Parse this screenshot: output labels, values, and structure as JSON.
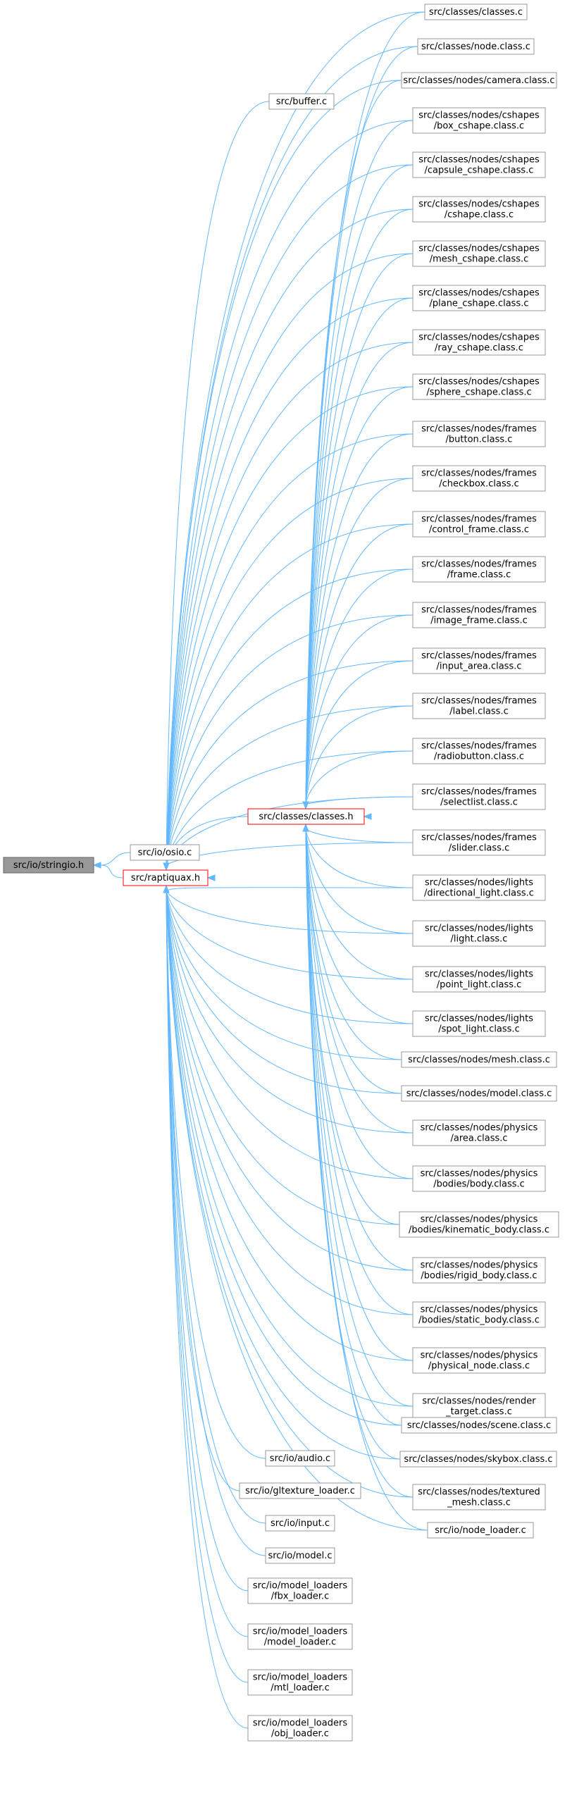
{
  "colors": {
    "edge": "#63b8ff",
    "node_border": "#999999",
    "node_fill": "#ffffff",
    "root_fill": "#999999",
    "root_border": "#666666",
    "highlight_border": "#ff0000"
  },
  "nodes": [
    {
      "id": "stringio_h",
      "lines": [
        "src/io/stringio.h"
      ],
      "style": "root"
    },
    {
      "id": "osio_c",
      "lines": [
        "src/io/osio.c"
      ]
    },
    {
      "id": "raptiquax_h",
      "lines": [
        "src/raptiquax.h"
      ],
      "style": "highlight"
    },
    {
      "id": "buffer_c",
      "lines": [
        "src/buffer.c"
      ]
    },
    {
      "id": "classes_h",
      "lines": [
        "src/classes/classes.h"
      ],
      "style": "highlight"
    },
    {
      "id": "classes_c",
      "lines": [
        "src/classes/classes.c"
      ]
    },
    {
      "id": "node_class_c",
      "lines": [
        "src/classes/node.class.c"
      ]
    },
    {
      "id": "camera_class_c",
      "lines": [
        "src/classes/nodes/camera.class.c"
      ]
    },
    {
      "id": "box_cshape",
      "lines": [
        "src/classes/nodes/cshapes",
        "/box_cshape.class.c"
      ]
    },
    {
      "id": "capsule_cshape",
      "lines": [
        "src/classes/nodes/cshapes",
        "/capsule_cshape.class.c"
      ]
    },
    {
      "id": "cshape",
      "lines": [
        "src/classes/nodes/cshapes",
        "/cshape.class.c"
      ]
    },
    {
      "id": "mesh_cshape",
      "lines": [
        "src/classes/nodes/cshapes",
        "/mesh_cshape.class.c"
      ]
    },
    {
      "id": "plane_cshape",
      "lines": [
        "src/classes/nodes/cshapes",
        "/plane_cshape.class.c"
      ]
    },
    {
      "id": "ray_cshape",
      "lines": [
        "src/classes/nodes/cshapes",
        "/ray_cshape.class.c"
      ]
    },
    {
      "id": "sphere_cshape",
      "lines": [
        "src/classes/nodes/cshapes",
        "/sphere_cshape.class.c"
      ]
    },
    {
      "id": "button",
      "lines": [
        "src/classes/nodes/frames",
        "/button.class.c"
      ]
    },
    {
      "id": "checkbox",
      "lines": [
        "src/classes/nodes/frames",
        "/checkbox.class.c"
      ]
    },
    {
      "id": "control_frame",
      "lines": [
        "src/classes/nodes/frames",
        "/control_frame.class.c"
      ]
    },
    {
      "id": "frame",
      "lines": [
        "src/classes/nodes/frames",
        "/frame.class.c"
      ]
    },
    {
      "id": "image_frame",
      "lines": [
        "src/classes/nodes/frames",
        "/image_frame.class.c"
      ]
    },
    {
      "id": "input_area",
      "lines": [
        "src/classes/nodes/frames",
        "/input_area.class.c"
      ]
    },
    {
      "id": "label",
      "lines": [
        "src/classes/nodes/frames",
        "/label.class.c"
      ]
    },
    {
      "id": "radiobutton",
      "lines": [
        "src/classes/nodes/frames",
        "/radiobutton.class.c"
      ]
    },
    {
      "id": "selectlist",
      "lines": [
        "src/classes/nodes/frames",
        "/selectlist.class.c"
      ]
    },
    {
      "id": "slider",
      "lines": [
        "src/classes/nodes/frames",
        "/slider.class.c"
      ]
    },
    {
      "id": "directional_light",
      "lines": [
        "src/classes/nodes/lights",
        "/directional_light.class.c"
      ]
    },
    {
      "id": "light",
      "lines": [
        "src/classes/nodes/lights",
        "/light.class.c"
      ]
    },
    {
      "id": "point_light",
      "lines": [
        "src/classes/nodes/lights",
        "/point_light.class.c"
      ]
    },
    {
      "id": "spot_light",
      "lines": [
        "src/classes/nodes/lights",
        "/spot_light.class.c"
      ]
    },
    {
      "id": "mesh_class",
      "lines": [
        "src/classes/nodes/mesh.class.c"
      ]
    },
    {
      "id": "model_class",
      "lines": [
        "src/classes/nodes/model.class.c"
      ]
    },
    {
      "id": "area",
      "lines": [
        "src/classes/nodes/physics",
        "/area.class.c"
      ]
    },
    {
      "id": "body",
      "lines": [
        "src/classes/nodes/physics",
        "/bodies/body.class.c"
      ]
    },
    {
      "id": "kinematic_body",
      "lines": [
        "src/classes/nodes/physics",
        "/bodies/kinematic_body.class.c"
      ]
    },
    {
      "id": "rigid_body",
      "lines": [
        "src/classes/nodes/physics",
        "/bodies/rigid_body.class.c"
      ]
    },
    {
      "id": "static_body",
      "lines": [
        "src/classes/nodes/physics",
        "/bodies/static_body.class.c"
      ]
    },
    {
      "id": "physical_node",
      "lines": [
        "src/classes/nodes/physics",
        "/physical_node.class.c"
      ]
    },
    {
      "id": "render_target",
      "lines": [
        "src/classes/nodes/render",
        "_target.class.c"
      ]
    },
    {
      "id": "scene_class",
      "lines": [
        "src/classes/nodes/scene.class.c"
      ]
    },
    {
      "id": "skybox_class",
      "lines": [
        "src/classes/nodes/skybox.class.c"
      ]
    },
    {
      "id": "textured_mesh",
      "lines": [
        "src/classes/nodes/textured",
        "_mesh.class.c"
      ]
    },
    {
      "id": "node_loader",
      "lines": [
        "src/io/node_loader.c"
      ]
    },
    {
      "id": "audio_c",
      "lines": [
        "src/io/audio.c"
      ]
    },
    {
      "id": "gltexture_loader",
      "lines": [
        "src/io/gltexture_loader.c"
      ]
    },
    {
      "id": "input_c",
      "lines": [
        "src/io/input.c"
      ]
    },
    {
      "id": "model_c",
      "lines": [
        "src/io/model.c"
      ]
    },
    {
      "id": "fbx_loader",
      "lines": [
        "src/io/model_loaders",
        "/fbx_loader.c"
      ]
    },
    {
      "id": "model_loader",
      "lines": [
        "src/io/model_loaders",
        "/model_loader.c"
      ]
    },
    {
      "id": "mtl_loader",
      "lines": [
        "src/io/model_loaders",
        "/mtl_loader.c"
      ]
    },
    {
      "id": "obj_loader",
      "lines": [
        "src/io/model_loaders",
        "/obj_loader.c"
      ]
    }
  ],
  "edges": [
    {
      "from": "osio_c",
      "to": "stringio_h"
    },
    {
      "from": "raptiquax_h",
      "to": "stringio_h"
    },
    {
      "from": "buffer_c",
      "to": "raptiquax_h"
    },
    {
      "from": "classes_h",
      "to": "raptiquax_h"
    },
    {
      "from": "classes_c",
      "to": "raptiquax_h"
    },
    {
      "from": "node_class_c",
      "to": "raptiquax_h"
    },
    {
      "from": "camera_class_c",
      "to": "raptiquax_h"
    },
    {
      "from": "box_cshape",
      "to": "raptiquax_h"
    },
    {
      "from": "capsule_cshape",
      "to": "raptiquax_h"
    },
    {
      "from": "cshape",
      "to": "raptiquax_h"
    },
    {
      "from": "mesh_cshape",
      "to": "raptiquax_h"
    },
    {
      "from": "plane_cshape",
      "to": "raptiquax_h"
    },
    {
      "from": "ray_cshape",
      "to": "raptiquax_h"
    },
    {
      "from": "sphere_cshape",
      "to": "raptiquax_h"
    },
    {
      "from": "button",
      "to": "raptiquax_h"
    },
    {
      "from": "checkbox",
      "to": "raptiquax_h"
    },
    {
      "from": "control_frame",
      "to": "raptiquax_h"
    },
    {
      "from": "frame",
      "to": "raptiquax_h"
    },
    {
      "from": "image_frame",
      "to": "raptiquax_h"
    },
    {
      "from": "input_area",
      "to": "raptiquax_h"
    },
    {
      "from": "label",
      "to": "raptiquax_h"
    },
    {
      "from": "radiobutton",
      "to": "raptiquax_h"
    },
    {
      "from": "selectlist",
      "to": "raptiquax_h"
    },
    {
      "from": "slider",
      "to": "raptiquax_h"
    },
    {
      "from": "directional_light",
      "to": "raptiquax_h"
    },
    {
      "from": "light",
      "to": "raptiquax_h"
    },
    {
      "from": "point_light",
      "to": "raptiquax_h"
    },
    {
      "from": "spot_light",
      "to": "raptiquax_h"
    },
    {
      "from": "mesh_class",
      "to": "raptiquax_h"
    },
    {
      "from": "model_class",
      "to": "raptiquax_h"
    },
    {
      "from": "area",
      "to": "raptiquax_h"
    },
    {
      "from": "body",
      "to": "raptiquax_h"
    },
    {
      "from": "kinematic_body",
      "to": "raptiquax_h"
    },
    {
      "from": "rigid_body",
      "to": "raptiquax_h"
    },
    {
      "from": "static_body",
      "to": "raptiquax_h"
    },
    {
      "from": "physical_node",
      "to": "raptiquax_h"
    },
    {
      "from": "render_target",
      "to": "raptiquax_h"
    },
    {
      "from": "scene_class",
      "to": "raptiquax_h"
    },
    {
      "from": "skybox_class",
      "to": "raptiquax_h"
    },
    {
      "from": "textured_mesh",
      "to": "raptiquax_h"
    },
    {
      "from": "node_loader",
      "to": "raptiquax_h"
    },
    {
      "from": "audio_c",
      "to": "raptiquax_h"
    },
    {
      "from": "gltexture_loader",
      "to": "raptiquax_h"
    },
    {
      "from": "input_c",
      "to": "raptiquax_h"
    },
    {
      "from": "model_c",
      "to": "raptiquax_h"
    },
    {
      "from": "fbx_loader",
      "to": "raptiquax_h"
    },
    {
      "from": "model_loader",
      "to": "raptiquax_h"
    },
    {
      "from": "mtl_loader",
      "to": "raptiquax_h"
    },
    {
      "from": "obj_loader",
      "to": "raptiquax_h"
    },
    {
      "from": "classes_c",
      "to": "classes_h"
    },
    {
      "from": "node_class_c",
      "to": "classes_h"
    },
    {
      "from": "camera_class_c",
      "to": "classes_h"
    },
    {
      "from": "box_cshape",
      "to": "classes_h"
    },
    {
      "from": "capsule_cshape",
      "to": "classes_h"
    },
    {
      "from": "cshape",
      "to": "classes_h"
    },
    {
      "from": "mesh_cshape",
      "to": "classes_h"
    },
    {
      "from": "plane_cshape",
      "to": "classes_h"
    },
    {
      "from": "ray_cshape",
      "to": "classes_h"
    },
    {
      "from": "sphere_cshape",
      "to": "classes_h"
    },
    {
      "from": "button",
      "to": "classes_h"
    },
    {
      "from": "checkbox",
      "to": "classes_h"
    },
    {
      "from": "control_frame",
      "to": "classes_h"
    },
    {
      "from": "frame",
      "to": "classes_h"
    },
    {
      "from": "image_frame",
      "to": "classes_h"
    },
    {
      "from": "input_area",
      "to": "classes_h"
    },
    {
      "from": "label",
      "to": "classes_h"
    },
    {
      "from": "radiobutton",
      "to": "classes_h"
    },
    {
      "from": "selectlist",
      "to": "classes_h"
    },
    {
      "from": "slider",
      "to": "classes_h"
    },
    {
      "from": "directional_light",
      "to": "classes_h"
    },
    {
      "from": "light",
      "to": "classes_h"
    },
    {
      "from": "point_light",
      "to": "classes_h"
    },
    {
      "from": "spot_light",
      "to": "classes_h"
    },
    {
      "from": "mesh_class",
      "to": "classes_h"
    },
    {
      "from": "model_class",
      "to": "classes_h"
    },
    {
      "from": "area",
      "to": "classes_h"
    },
    {
      "from": "body",
      "to": "classes_h"
    },
    {
      "from": "kinematic_body",
      "to": "classes_h"
    },
    {
      "from": "rigid_body",
      "to": "classes_h"
    },
    {
      "from": "static_body",
      "to": "classes_h"
    },
    {
      "from": "physical_node",
      "to": "classes_h"
    },
    {
      "from": "render_target",
      "to": "classes_h"
    },
    {
      "from": "scene_class",
      "to": "classes_h"
    },
    {
      "from": "skybox_class",
      "to": "classes_h"
    },
    {
      "from": "textured_mesh",
      "to": "classes_h"
    },
    {
      "from": "node_loader",
      "to": "classes_h"
    }
  ]
}
